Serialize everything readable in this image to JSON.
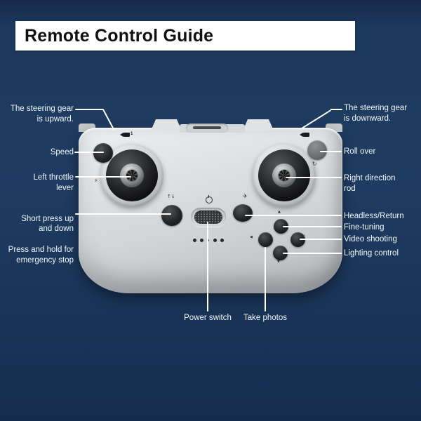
{
  "title": "Remote Control Guide",
  "labels": {
    "steering_up": "The steering gear\nis upward.",
    "speed": "Speed",
    "left_throttle": "Left throttle\nlever",
    "short_press": "Short press up\nand down",
    "emergency_stop": "Press and hold for\nemergency stop",
    "steering_down": "The steering gear\nis downward.",
    "roll_over": "Roll over",
    "right_rod": "Right direction\nrod",
    "headless": "Headless/Return",
    "fine_tuning": "Fine-tuning",
    "video_shooting": "Video shooting",
    "lighting_control": "Lighting control",
    "power_switch": "Power switch",
    "take_photos": "Take photos"
  },
  "icons": {
    "camera_up_mark": "1",
    "dpad_up": "▲",
    "dpad_down": "▼",
    "dpad_left": "◀",
    "dpad_right": "↻",
    "speed_button_glyph": "⚡",
    "updown_button_glyph": "↑↓",
    "headless_button_glyph": "✈",
    "roll_over_button_glyph": "↻"
  },
  "colors": {
    "background": "#1d3a5e",
    "title_panel": "#ffffff",
    "title_text": "#111111",
    "label_text": "#f3f5f7",
    "leader_line": "#ffffff",
    "controller_body": "#d3d5d7",
    "dark_button": "#1f2123",
    "gray_button": "#6f7275"
  }
}
